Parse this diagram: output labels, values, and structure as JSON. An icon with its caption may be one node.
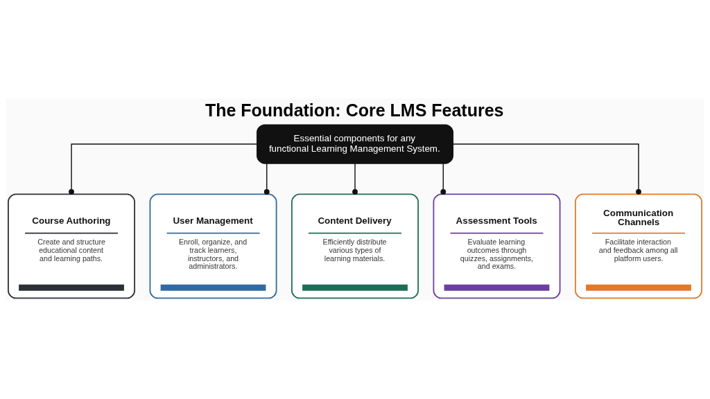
{
  "diagram": {
    "title": "The Foundation: Core LMS Features",
    "nodes": [
      {
        "text": [
          "Essential components for any functional Learning Management System."
        ]
      },
      {
        "text": [
          "Course Authoring",
          "Create and structure educational content and learning paths."
        ]
      },
      {
        "text": [
          "User Management",
          "Enroll, organize, and track learners, instructors, and administrators."
        ]
      },
      {
        "text": [
          "Content Delivery",
          "Efficiently distribute various types of learning materials."
        ]
      },
      {
        "text": [
          "Assessment Tools",
          "Evaluate learning outcomes through quizzes, assignments, and exams."
        ]
      },
      {
        "text": [
          "Communication Channels",
          "Facilitate interaction and feedback among all platform users."
        ]
      }
    ],
    "edges": [
      {
        "from": 0,
        "to": 1,
        "arrow": "other"
      },
      {
        "from": 0,
        "to": 2,
        "arrow": "other"
      },
      {
        "from": 0,
        "to": 3,
        "arrow": "other"
      },
      {
        "from": 0,
        "to": 4,
        "arrow": "other"
      },
      {
        "from": 0,
        "to": 5,
        "arrow": "other"
      }
    ]
  }
}
